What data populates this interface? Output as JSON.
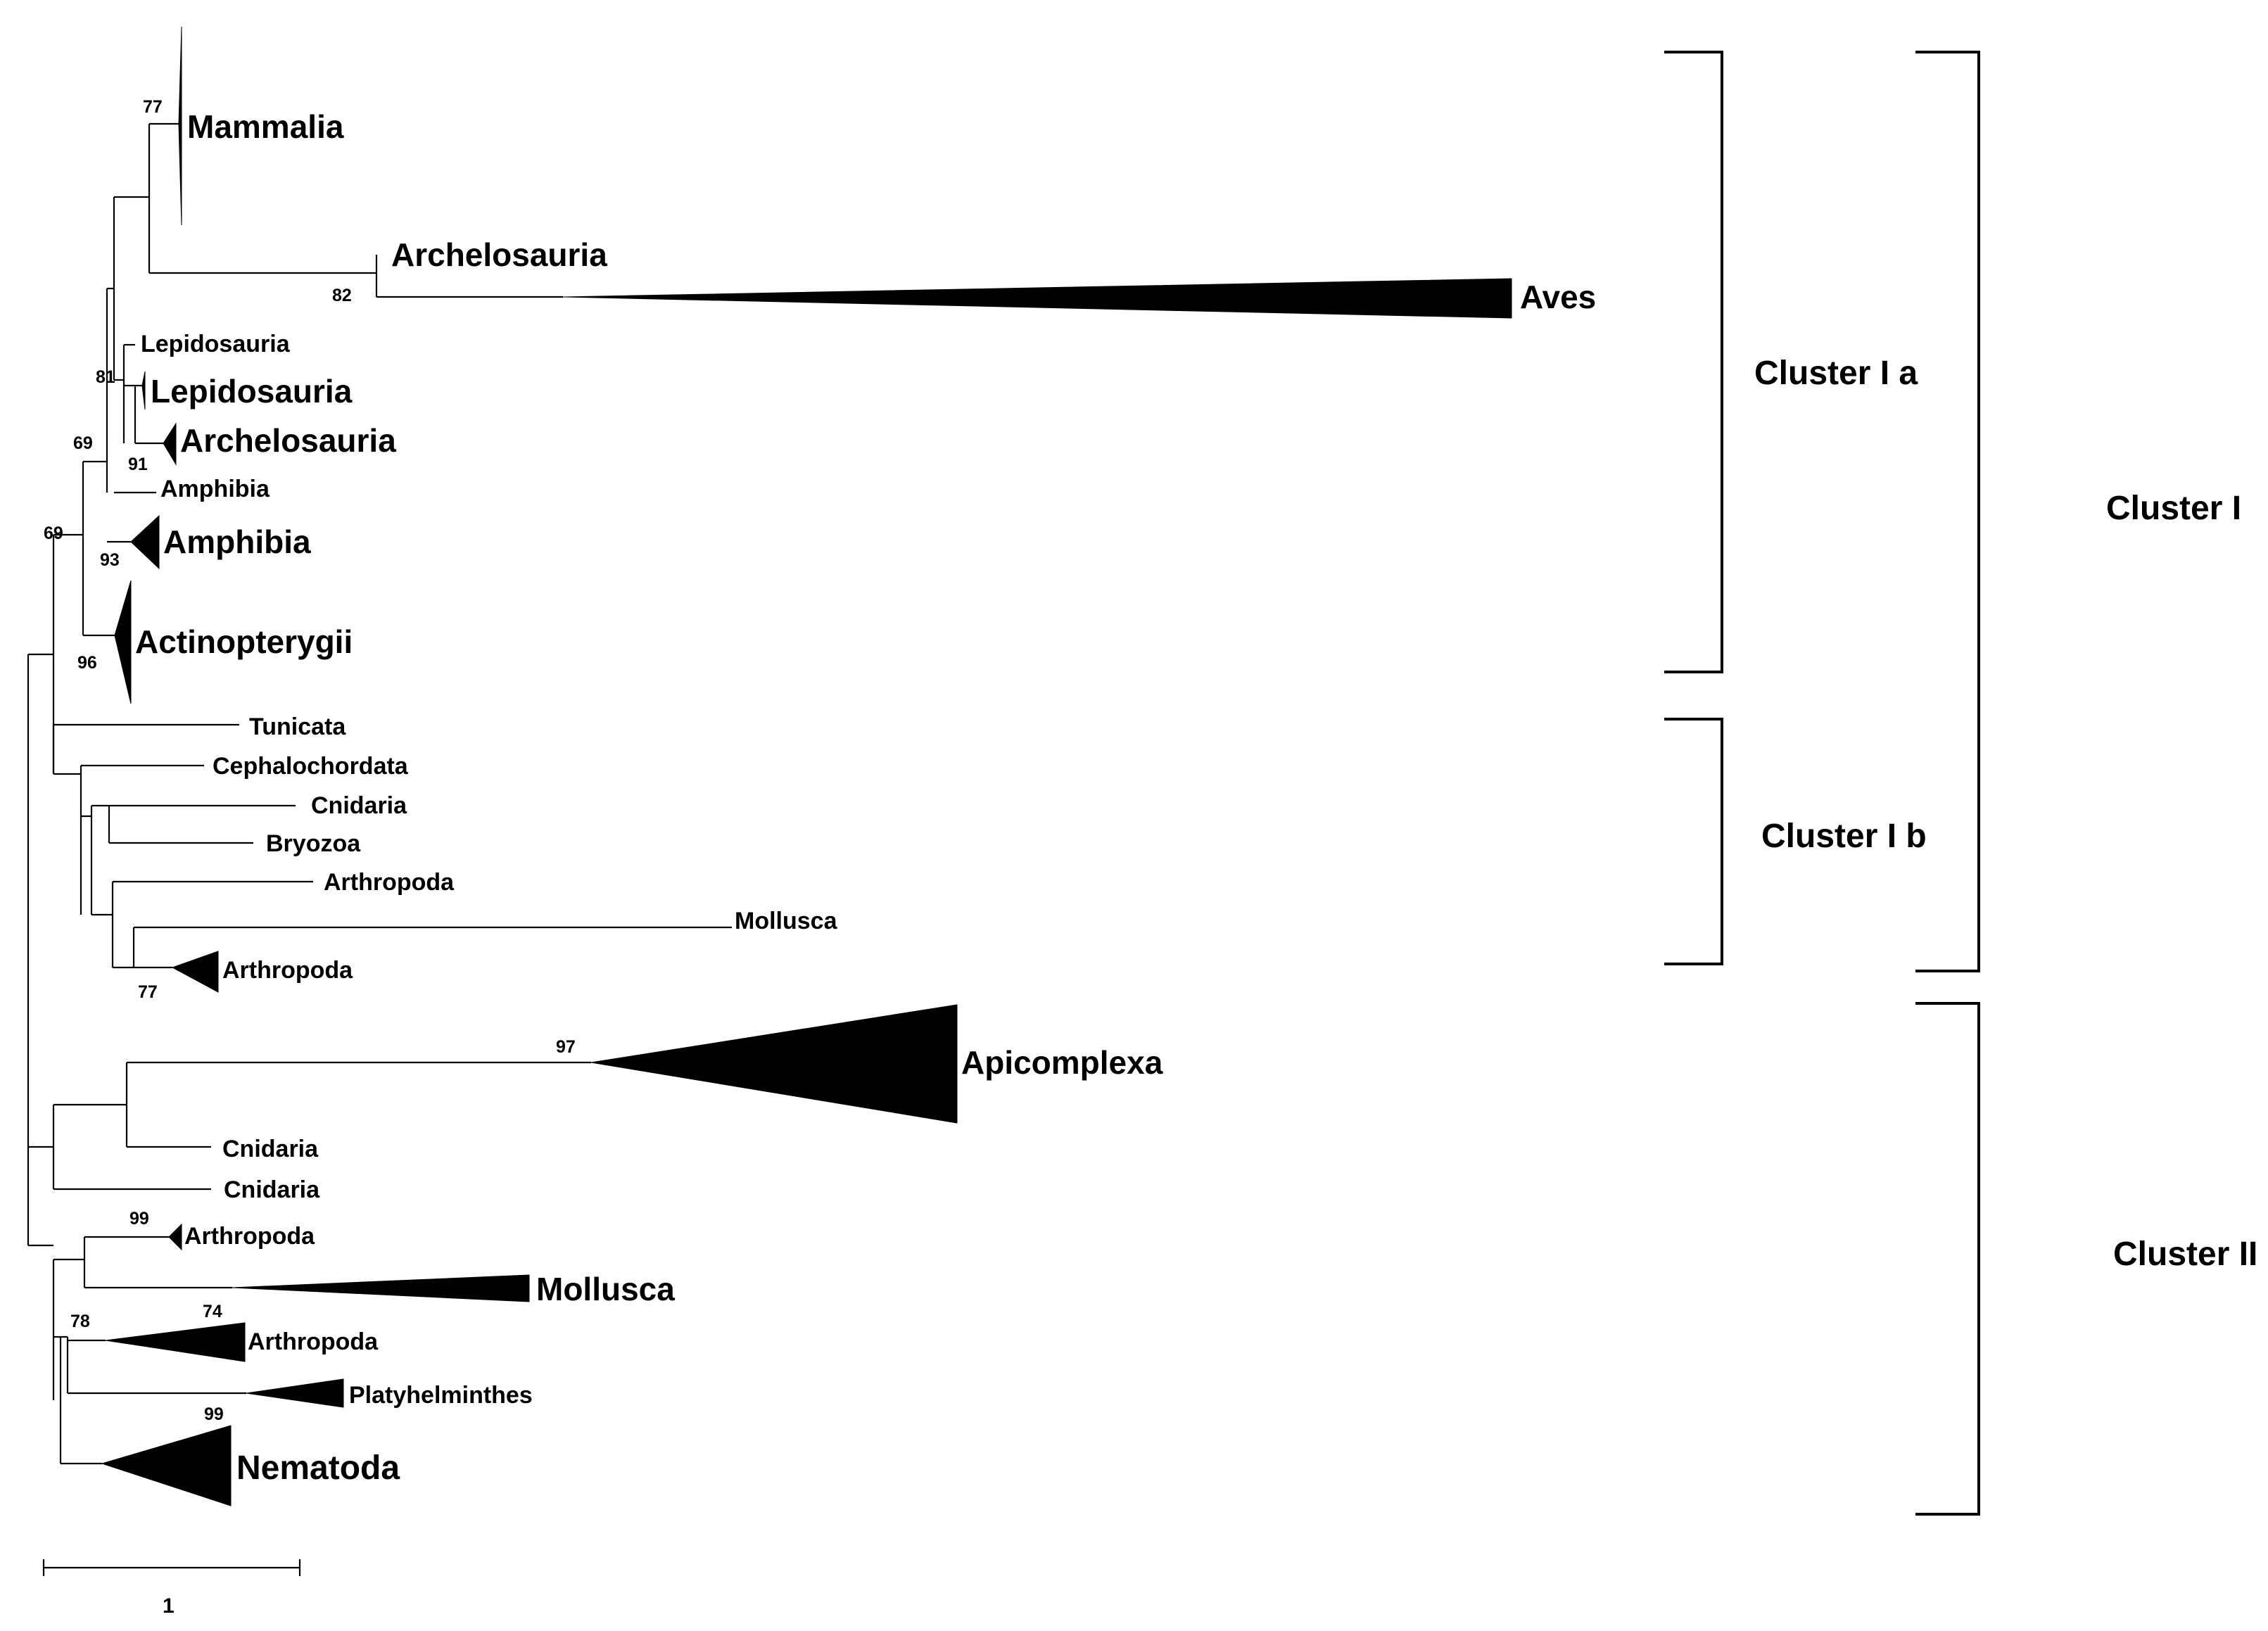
{
  "taxa": {
    "mammalia": "Mammalia",
    "archelosauria_1": "Archelosauria",
    "aves": "Aves",
    "lepidosauria_small": "Lepidosauria",
    "lepidosauria_large": "Lepidosauria",
    "archelosauria_2": "Archelosauria",
    "amphibia_small": "Amphibia",
    "amphibia_large": "Amphibia",
    "actinopterygii": "Actinopterygii",
    "tunicata": "Tunicata",
    "cephalochordata": "Cephalochordata",
    "cnidaria_1": "Cnidaria",
    "bryozoa": "Bryozoa",
    "arthropoda_1": "Arthropoda",
    "mollusca_1": "Mollusca",
    "arthropoda_2": "Arthropoda",
    "apicomplexa": "Apicomplexa",
    "cnidaria_2": "Cnidaria",
    "cnidaria_3": "Cnidaria",
    "arthropoda_3": "Arthropoda",
    "mollusca_2": "Mollusca",
    "arthropoda_4": "Arthropoda",
    "platyhelminthes": "Platyhelminthes",
    "nematoda": "Nematoda"
  },
  "bootstrap": {
    "mammalia": "77",
    "archelosauria": "82",
    "lepidosauria": "81",
    "node_69_a": "69",
    "archelosauria_2": "91",
    "node_69_b": "69",
    "amphibia": "93",
    "actinopterygii": "96",
    "arthropoda_2": "77",
    "apicomplexa": "97",
    "arthropoda_3": "99",
    "node_78": "78",
    "arthropoda_4": "74",
    "nematoda": "99"
  },
  "clusters": {
    "cluster_1a": "Cluster I a",
    "cluster_1b": "Cluster I b",
    "cluster_1": "Cluster I",
    "cluster_2": "Cluster II"
  },
  "scale_bar": {
    "label": "1"
  }
}
